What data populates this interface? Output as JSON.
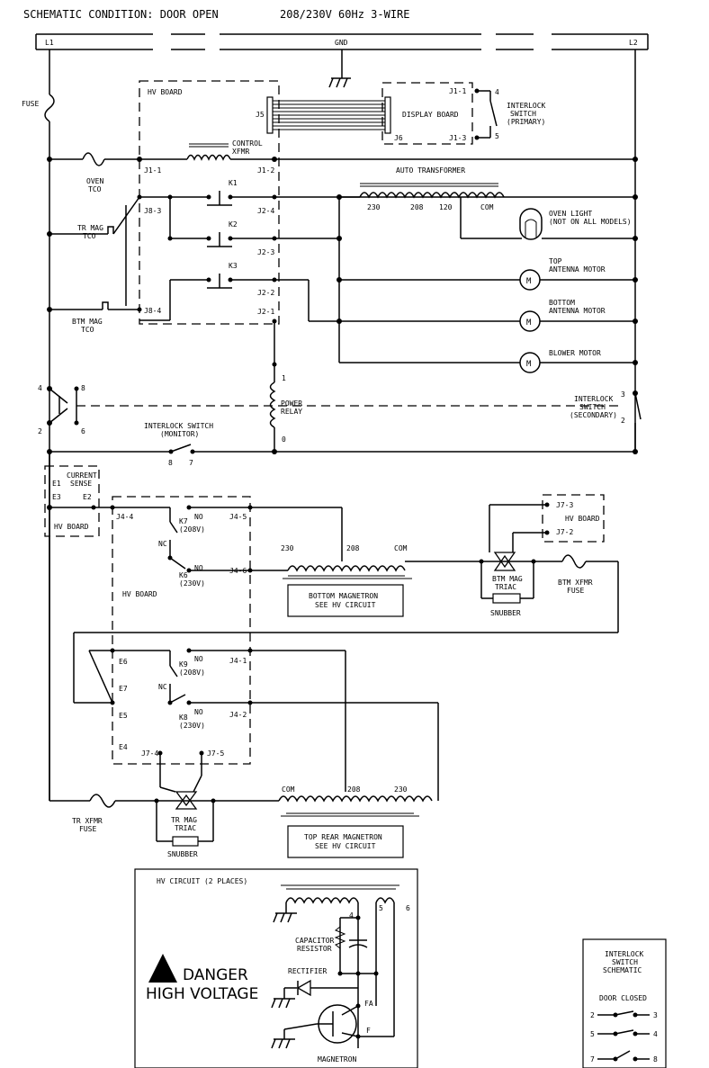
{
  "header": {
    "title": "SCHEMATIC CONDITION: DOOR OPEN",
    "supply": "208/230V 60Hz 3-WIRE"
  },
  "rails": {
    "l1": "L1",
    "gnd": "GND",
    "l2": "L2"
  },
  "labels": {
    "fuse": "FUSE",
    "hv_board": "HV BOARD",
    "j5": "J5",
    "j6": "J6",
    "display_board": "DISPLAY BOARD",
    "j1_1": "J1-1",
    "j1_3": "J1-3",
    "int_pin4": "4",
    "int_pin5": "5",
    "interlock_primary": [
      "INTERLOCK",
      "SWITCH",
      "(PRIMARY)"
    ],
    "control_xfmr": [
      "CONTROL",
      "XFMR"
    ],
    "oven_tco": [
      "OVEN",
      "TCO"
    ],
    "j1_1b": "J1-1",
    "j1_2": "J1-2",
    "auto_transformer": "AUTO TRANSFORMER",
    "k1": "K1",
    "k2": "K2",
    "k3": "K3",
    "j8_3": "J8-3",
    "j2_4": "J2-4",
    "j2_3": "J2-3",
    "j2_2": "J2-2",
    "j2_1": "J2-1",
    "j8_4": "J8-4",
    "tr_mag_tco": [
      "TR MAG",
      "TCO"
    ],
    "btm_mag_tco": [
      "BTM MAG",
      "TCO"
    ],
    "tap230": "230",
    "tap208": "208",
    "tap120": "120",
    "tapcom": "COM",
    "oven_light": [
      "OVEN LIGHT",
      "(NOT ON ALL MODELS)"
    ],
    "top_antenna": [
      "TOP",
      "ANTENNA MOTOR"
    ],
    "bottom_antenna": [
      "BOTTOM",
      "ANTENNA MOTOR"
    ],
    "blower_motor": "BLOWER MOTOR",
    "motor_symbol": "M",
    "power_relay": [
      "POWER",
      "RELAY"
    ],
    "relay_pin1": "1",
    "relay_pin0": "0",
    "sw4": "4",
    "sw8": "8",
    "sw2": "2",
    "sw6": "6",
    "interlock_monitor": [
      "INTERLOCK SWITCH",
      "(MONITOR)"
    ],
    "mon8": "8",
    "mon7": "7",
    "interlock_secondary": [
      "INTERLOCK",
      "SWITCH",
      "(SECONDARY)"
    ],
    "sec3": "3",
    "sec2": "2",
    "e1": "E1",
    "current_sense": [
      "CURRENT",
      "SENSE"
    ],
    "e3": "E3",
    "e2": "E2",
    "hv_board_small": "HV BOARD",
    "j4_4": "J4-4",
    "k7": [
      "K7",
      "(208V)"
    ],
    "no": "NO",
    "nc": "NC",
    "j4_5": "J4-5",
    "k6": [
      "K6",
      "(230V)"
    ],
    "j4_6": "J4-6",
    "hv_board_mid": "HV BOARD",
    "b230": "230",
    "b208": "208",
    "bcom": "COM",
    "bottom_magnetron": [
      "BOTTOM MAGNETRON",
      "SEE HV CIRCUIT"
    ],
    "j7_3": "J7-3",
    "j7_2": "J7-2",
    "hv_board_right": "HV BOARD",
    "btm_mag_triac": [
      "BTM MAG",
      "TRIAC"
    ],
    "snubber": "SNUBBER",
    "btm_xfmr_fuse": [
      "BTM XFMR",
      "FUSE"
    ],
    "e6": "E6",
    "e7": "E7",
    "e5": "E5",
    "e4": "E4",
    "k9": [
      "K9",
      "(208V)"
    ],
    "j4_1": "J4-1",
    "k8": [
      "K8",
      "(230V)"
    ],
    "j4_2": "J4-2",
    "j7_4": "J7-4",
    "j7_5": "J7-5",
    "tr_xfmr_fuse": [
      "TR XFMR",
      "FUSE"
    ],
    "tr_mag_triac": [
      "TR MAG",
      "TRIAC"
    ],
    "snubber2": "SNUBBER",
    "tcom": "COM",
    "t208": "208",
    "t230": "230",
    "top_rear_magnetron": [
      "TOP REAR MAGNETRON",
      "SEE HV CIRCUIT"
    ],
    "hv_circuit": "HV CIRCUIT (2 PLACES)",
    "hv4": "4",
    "hv5": "5",
    "hv6": "6",
    "capacitor_resistor": [
      "CAPACITOR",
      "RESISTOR"
    ],
    "rectifier": "RECTIFIER",
    "danger": "DANGER",
    "high_voltage": "HIGH VOLTAGE",
    "fa": "FA",
    "f": "F",
    "magnetron": "MAGNETRON",
    "legend_title": [
      "INTERLOCK",
      "SWITCH",
      "SCHEMATIC"
    ],
    "door_closed": "DOOR CLOSED",
    "leg2": "2",
    "leg3": "3",
    "leg5": "5",
    "leg4": "4",
    "leg7": "7",
    "leg8": "8"
  }
}
